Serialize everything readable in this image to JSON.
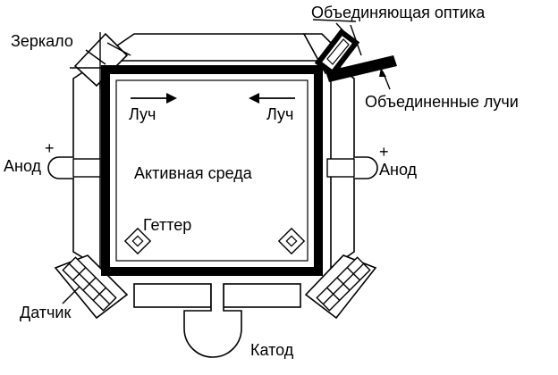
{
  "labels": {
    "mirror": "Зеркало",
    "combining_optics": "Объединяющая оптика",
    "combined_beams": "Объединенные лучи",
    "beam_left": "Луч",
    "beam_right": "Луч",
    "anode_left": "Анод",
    "anode_right": "Анод",
    "anode_left_sign": "+",
    "anode_right_sign": "+",
    "active_medium": "Активная среда",
    "getter": "Геттер",
    "sensor": "Датчик",
    "cathode": "Катод"
  }
}
